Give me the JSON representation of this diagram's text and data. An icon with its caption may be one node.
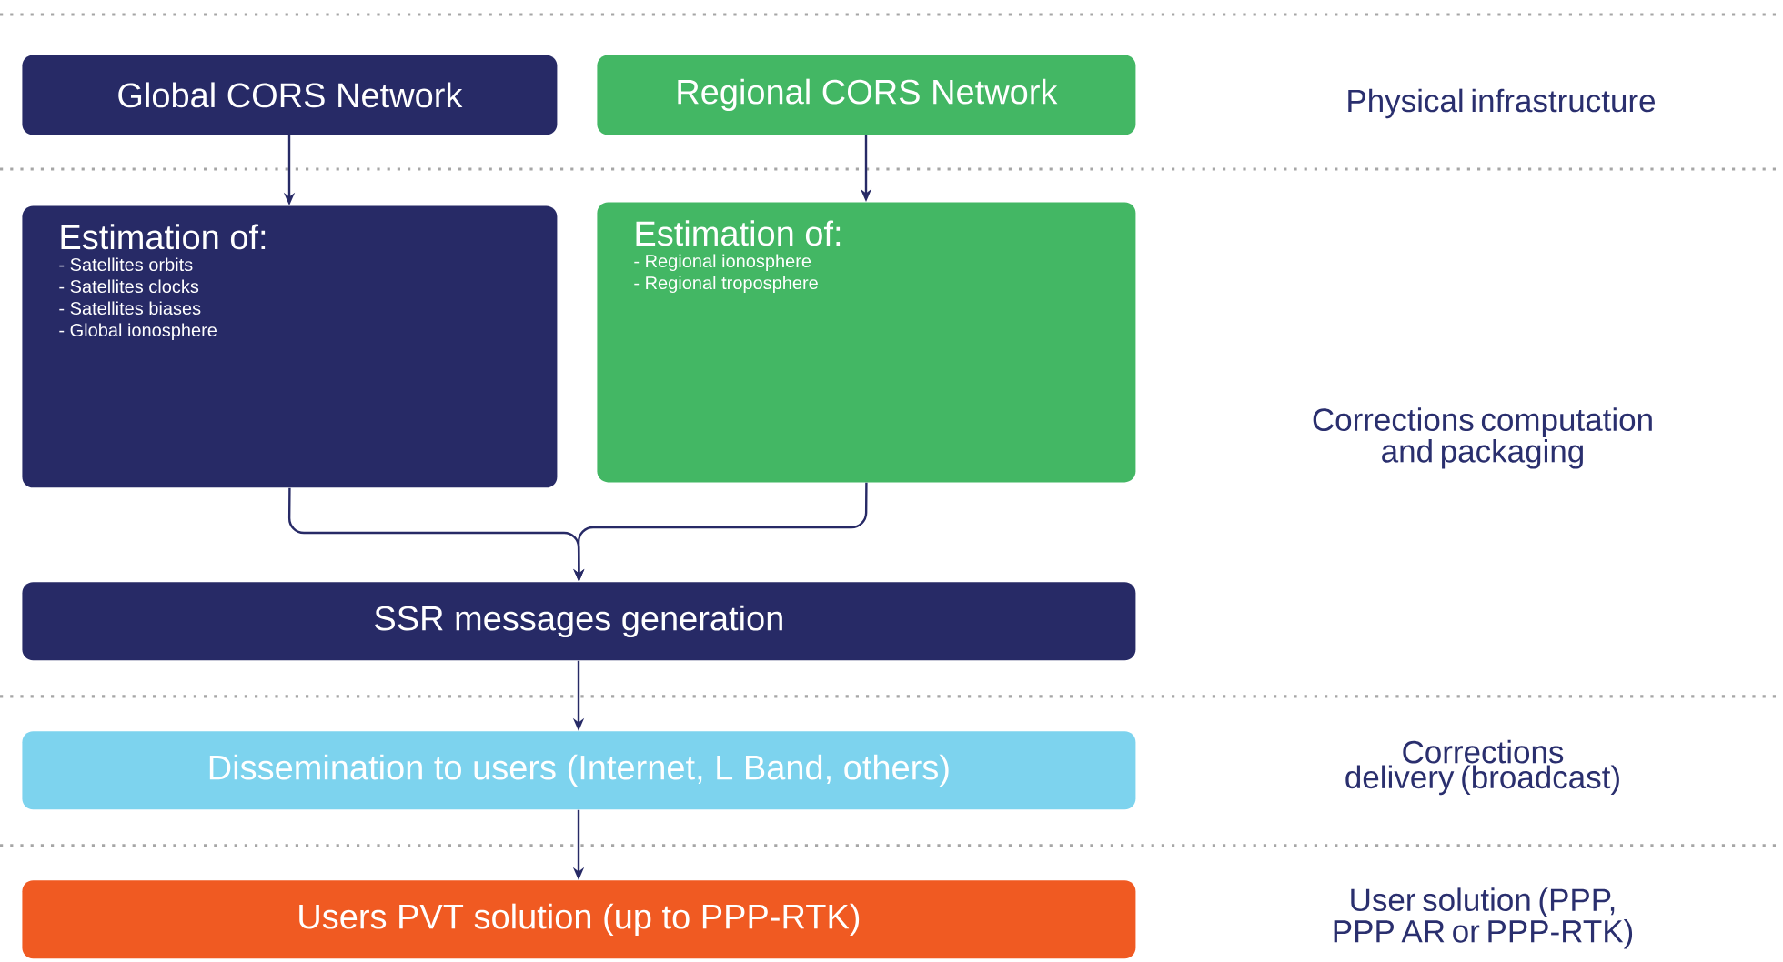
{
  "diagram": {
    "nodes": [
      {
        "text": [
          "Global CORS Network"
        ]
      },
      {
        "text": [
          "Regional CORS Network"
        ]
      },
      {
        "text": [
          "Estimation of:",
          "- Satellites orbits",
          "- Satellites clocks",
          "- Satellites biases",
          "- Global ionosphere"
        ]
      },
      {
        "text": [
          "Estimation of:",
          "- Regional ionosphere",
          "- Regional troposphere"
        ]
      },
      {
        "text": [
          "SSR messages generation"
        ]
      },
      {
        "text": [
          "Dissemination to users (Internet, L Band, others)"
        ]
      },
      {
        "text": [
          "Users PVT solution (up to PPP-RTK)"
        ]
      }
    ],
    "edges": [
      {
        "from": 0,
        "to": 2,
        "arrow": "to"
      },
      {
        "from": 1,
        "to": 3,
        "arrow": "to"
      },
      {
        "from": 2,
        "to": 4,
        "arrow": "to"
      },
      {
        "from": 3,
        "to": 4,
        "arrow": "to"
      },
      {
        "from": 4,
        "to": 5,
        "arrow": "to"
      },
      {
        "from": 5,
        "to": 6,
        "arrow": "to"
      }
    ],
    "labels": [
      "Physical infrastructure",
      "Corrections computation and packaging",
      "Corrections delivery (broadcast)",
      "User solution (PPP, PPP AR or PPP-RTK)"
    ]
  }
}
